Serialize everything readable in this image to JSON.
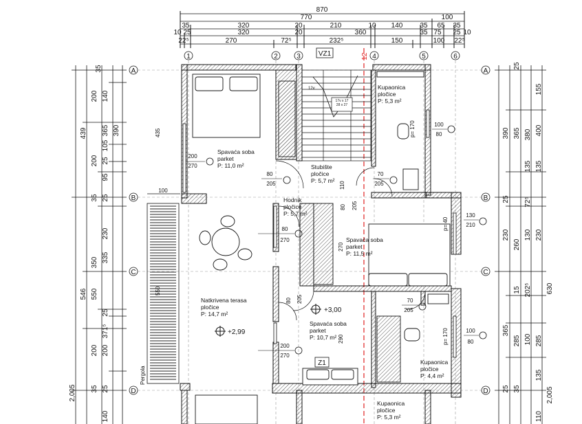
{
  "top_dims": {
    "total": "870",
    "row1": [
      "770",
      "100"
    ],
    "row2": [
      "35",
      "320",
      "20",
      "210",
      "10",
      "140",
      "35",
      "65",
      "35"
    ],
    "row3": [
      "10",
      "25",
      "320",
      "20",
      "360",
      "35",
      "75",
      "25",
      "10"
    ],
    "row4": [
      "22⁵",
      "270",
      "72⁵",
      "232⁵",
      "150",
      "100",
      "22⁵"
    ]
  },
  "axes_v": [
    "1",
    "2",
    "3",
    "VZ1",
    "12",
    "4",
    "5",
    "6"
  ],
  "axes_h": [
    "A",
    "B",
    "C",
    "D"
  ],
  "left_dims": {
    "outer": [
      "439",
      "546",
      "2,005"
    ],
    "mid": [
      "200",
      "200",
      "350",
      "550",
      "200"
    ],
    "inner": [
      "365",
      "230",
      "335",
      "371⁵",
      "200"
    ],
    "fine": [
      "35",
      "140",
      "390",
      "105",
      "25",
      "95",
      "35",
      "25",
      "25",
      "25",
      "35",
      "140"
    ]
  },
  "right_dims": {
    "outer": [
      "630",
      "2,005"
    ],
    "mid": [
      "390",
      "365",
      "230",
      "260",
      "365"
    ],
    "inner": [
      "155",
      "400",
      "380",
      "135",
      "230",
      "202⁵",
      "285",
      "100"
    ],
    "fine": [
      "25",
      "135",
      "25",
      "72⁵",
      "130",
      "15",
      "285",
      "135",
      "25",
      "35",
      "110"
    ]
  },
  "rooms": [
    {
      "name": "Spavaća soba",
      "floor": "parket",
      "area": "P: 11,0 m²"
    },
    {
      "name": "Kupaonica",
      "floor": "pločice",
      "area": "P: 5,3 m²"
    },
    {
      "name": "Stubište",
      "floor": "pločice",
      "area": "P: 5,7 m²"
    },
    {
      "name": "Hodnik",
      "floor": "pločice",
      "area": "P: 5,7 m²"
    },
    {
      "name": "Spavaća soba",
      "floor": "parket",
      "area": "P: 11,5 m²"
    },
    {
      "name": "Natkrivena terasa",
      "floor": "pločice",
      "area": "P: 14,7 m²"
    },
    {
      "name": "Spavaća soba",
      "floor": "parket",
      "area": "P: 10,7 m²"
    },
    {
      "name": "Kupaonica",
      "floor": "pločice",
      "area": "P: 4,4 m²"
    },
    {
      "name": "Kupaonica",
      "floor": "pločice",
      "area": "P: 5,3 m²"
    }
  ],
  "openings": [
    {
      "w": "200",
      "h": "270"
    },
    {
      "w": "80",
      "h": "205"
    },
    {
      "w": "70",
      "h": "205"
    },
    {
      "w": "100",
      "h": "80"
    },
    {
      "w": "130",
      "h": "210"
    },
    {
      "w": "80",
      "h": "270"
    },
    {
      "w": "70",
      "h": "205"
    },
    {
      "w": "100",
      "h": "80"
    },
    {
      "w": "200",
      "h": "270"
    }
  ],
  "misc": {
    "pergola": "Pergola",
    "pergola_w": "100",
    "level_terrace": "+2,99",
    "level_floor": "+3,00",
    "stair_label": "VZ1",
    "z1": "Z1",
    "stair_step": "17v x 17",
    "stair_run": "28 x 27",
    "stair_side": "12v",
    "door_h1": "205",
    "door_h2": "205",
    "door_h3": "270",
    "sill1": "p= 170",
    "sill2": "p= 40",
    "sill3": "p= 170",
    "wall_435": "435",
    "wall_110": "110",
    "wall_80": "80",
    "wall_290": "290",
    "wall_550": "550"
  }
}
